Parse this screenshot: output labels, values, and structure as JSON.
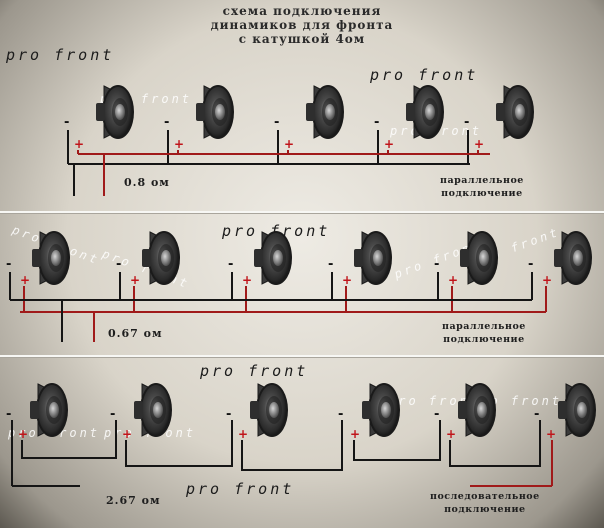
{
  "title": {
    "line1": "схема подключения",
    "line2": "динамиков для фронта",
    "line3": "с катушкой 4ом"
  },
  "watermark": "pro front",
  "sections": [
    {
      "resistance": "0.8  ом",
      "caption_line1": "параллельное",
      "caption_line2": "подключение"
    },
    {
      "resistance": "0.67  ом",
      "caption_line1": "параллельное",
      "caption_line2": "подключение"
    },
    {
      "resistance": "2.67  ом",
      "caption_line1": "последовательное",
      "caption_line2": "подключение"
    }
  ],
  "terminal_labels": {
    "minus": "-",
    "plus": "+"
  },
  "colors": {
    "wire_black": "#151515",
    "wire_red": "#a01a1a",
    "plus_red": "#c0141a",
    "separator": "#f7f7f4"
  }
}
